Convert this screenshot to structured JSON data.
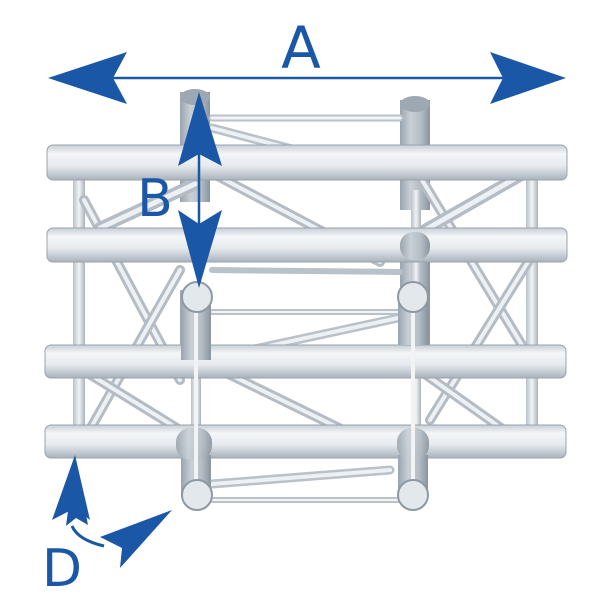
{
  "diagram": {
    "subject": "truss-cross-junction",
    "labels": {
      "a": "A",
      "b": "B",
      "d": "D"
    },
    "colors": {
      "dimension_blue": "#1a57a6",
      "tube_light": "#eef1f5",
      "tube_mid": "#c9d0d8",
      "tube_dark": "#8f99a4",
      "tube_end": "#e3e8ec"
    }
  }
}
